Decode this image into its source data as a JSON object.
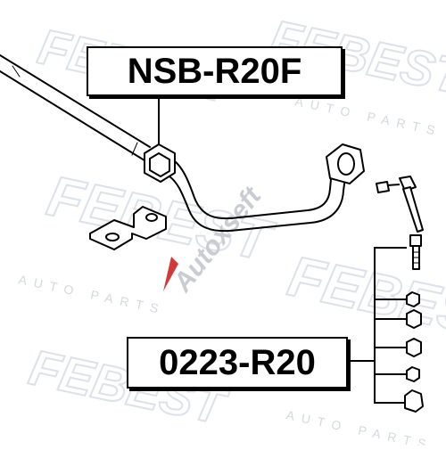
{
  "labels": {
    "top_part_number": "NSB-R20F",
    "bottom_part_number": "0223-R20"
  },
  "watermark": {
    "brand": "FEBEST",
    "sub": "AUTO PARTS",
    "site": "Autoxseft"
  },
  "colors": {
    "line": "#000000",
    "watermark": "#d9dde6",
    "site_mark": "#c9ccd2",
    "site_accent": "#d23a3a"
  }
}
